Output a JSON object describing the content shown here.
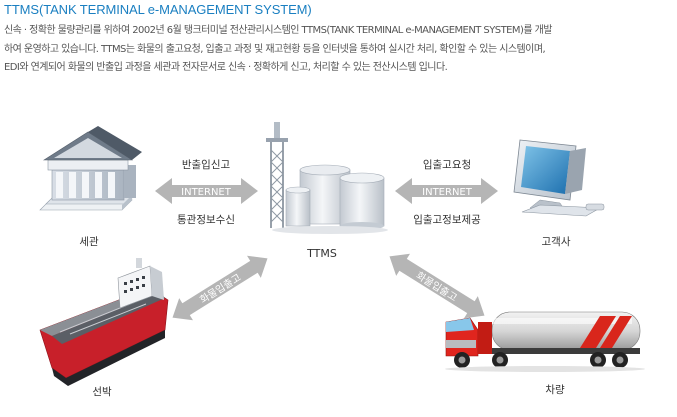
{
  "title": "TTMS(TANK TERMINAL e-MANAGEMENT SYSTEM)",
  "description": [
    "신속 · 정확한 물량관리를 위하여 2002년 6월 탱크터미널 전산관리시스템인 TTMS(TANK TERMINAL e-MANAGEMENT SYSTEM)를 개발",
    "하여 운영하고 있습니다. TTMS는 화물의 출고요청, 입출고 과정 및 재고현황 등을 인터넷을 통하여 실시간 처리, 확인할 수 있는 시스템이며,",
    "EDI와 연계되어 화물의 반출입 과정을 세관과 전자문서로 신속 · 정확하게 신고, 처리할 수 있는 전산시스템 입니다."
  ],
  "diagram": {
    "center": {
      "label": "TTMS"
    },
    "customs": {
      "label": "세관",
      "arrow_text": "INTERNET",
      "top_text": "반출입신고",
      "bottom_text": "통관정보수신"
    },
    "client": {
      "label": "고객사",
      "arrow_text": "INTERNET",
      "top_text": "입출고요청",
      "bottom_text": "입출고정보제공"
    },
    "ship": {
      "label": "선박",
      "arrow_text": "화물입출고"
    },
    "truck": {
      "label": "차량",
      "arrow_text": "화물입출고"
    }
  },
  "colors": {
    "title": "#1a7fc1",
    "arrow": "#b5b5b5",
    "ship_hull": "#c8202a",
    "truck_cab": "#e0251e",
    "tank": "#dfe3e8"
  }
}
